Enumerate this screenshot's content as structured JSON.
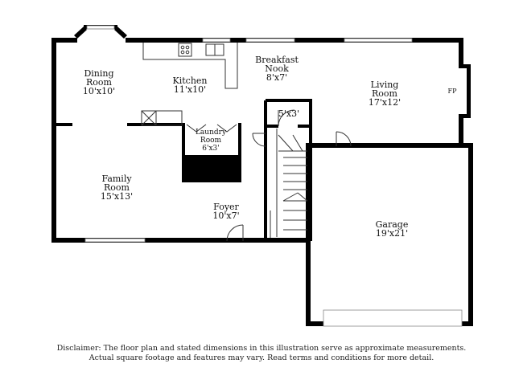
{
  "rooms": {
    "dining": {
      "name_1": "Dining",
      "name_2": "Room",
      "size": "10'x10'"
    },
    "kitchen": {
      "name": "Kitchen",
      "size": "11'x10'"
    },
    "breakfast": {
      "name_1": "Breakfast",
      "name_2": "Nook",
      "size": "8'x7'"
    },
    "living": {
      "name_1": "Living",
      "name_2": "Room",
      "size": "17'x12'"
    },
    "fireplace": {
      "name": "FP"
    },
    "closet": {
      "size": "5'x3'"
    },
    "laundry": {
      "name_1": "Laundry",
      "name_2": "Room",
      "size": "6'x3'"
    },
    "family": {
      "name_1": "Family",
      "name_2": "Room",
      "size": "15'x13'"
    },
    "foyer": {
      "name": "Foyer",
      "size": "10'x7'"
    },
    "garage": {
      "name": "Garage",
      "size": "19'x21'"
    }
  },
  "disclaimer": {
    "line_1": "Disclaimer: The floor plan and stated dimensions in this illustration serve as approximate measurements.",
    "line_2": "Actual square footage and features may vary. Read terms and conditions for more detail."
  },
  "colors": {
    "wall": "#000000",
    "background": "#ffffff",
    "window": "#777777"
  }
}
